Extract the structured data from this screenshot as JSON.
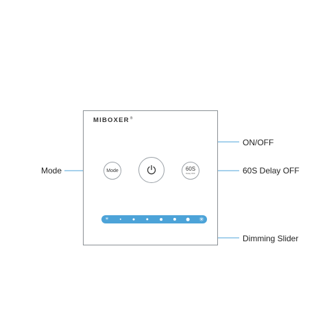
{
  "brand": {
    "name": "MIBOXER",
    "mark": "®"
  },
  "buttons": {
    "mode": {
      "label": "Mode"
    },
    "delay": {
      "label": "60S",
      "sub": "Delay OFF"
    }
  },
  "callouts": {
    "mode": "Mode",
    "power": "ON/OFF",
    "delay": "60S Delay OFF",
    "slider": "Dimming Slider"
  },
  "colors": {
    "slider": "#4ca3d8",
    "leader": "#4ca3d8",
    "panel_border": "#8a8f94"
  },
  "icons": {
    "power": "power-icon",
    "slider_min": "sun-small-icon",
    "slider_max": "sun-large-icon"
  },
  "slider": {
    "steps": 8
  }
}
